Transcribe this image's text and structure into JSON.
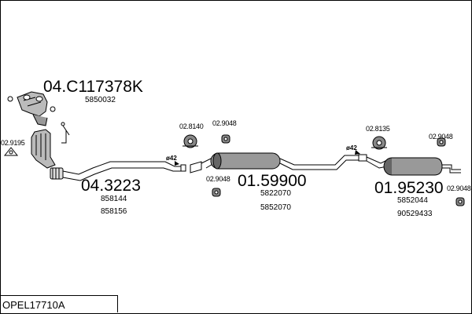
{
  "diagram": {
    "manifold": {
      "part": "04.C117378K",
      "refs": [
        "5850032"
      ]
    },
    "front_pipe": {
      "part": "04.3223",
      "refs": [
        "858144",
        "858156"
      ]
    },
    "centre_silencer": {
      "part": "01.59900",
      "refs": [
        "5822070",
        "5852070"
      ]
    },
    "rear_silencer": {
      "part": "01.95230",
      "refs": [
        "5852044",
        "90529433"
      ]
    },
    "gasket_front": "02.9195",
    "hanger_a": "02.8140",
    "hanger_b": "02.9048",
    "hanger_c": "02.9048",
    "hanger_d": "02.8135",
    "hanger_e": "02.9048",
    "hanger_f": "02.9048",
    "diameter_a": "ø42",
    "diameter_b": "ø42"
  },
  "footer": {
    "code": "OPEL17710A"
  },
  "colors": {
    "line": "#000000",
    "background": "#ffffff"
  }
}
